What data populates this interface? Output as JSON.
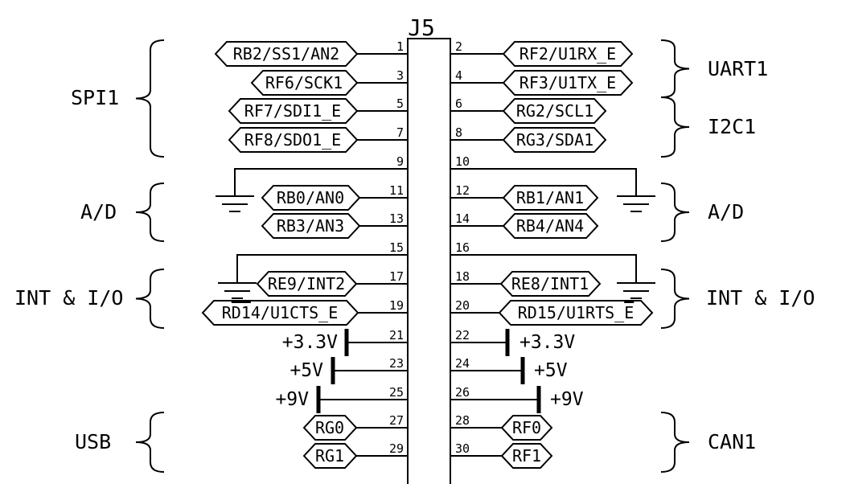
{
  "connector": {
    "designator": "J5"
  },
  "groups": {
    "left": [
      {
        "label": "SPI1"
      },
      {
        "label": "A/D"
      },
      {
        "label": "INT & I/O"
      },
      {
        "label": "USB"
      }
    ],
    "right": [
      {
        "label": "UART1"
      },
      {
        "label": "I2C1"
      },
      {
        "label": "A/D"
      },
      {
        "label": "INT & I/O"
      },
      {
        "label": "CAN1"
      }
    ]
  },
  "pins": {
    "p1": {
      "number": "1",
      "signal": "RB2/SS1/AN2"
    },
    "p2": {
      "number": "2",
      "signal": "RF2/U1RX_E"
    },
    "p3": {
      "number": "3",
      "signal": "RF6/SCK1"
    },
    "p4": {
      "number": "4",
      "signal": "RF3/U1TX_E"
    },
    "p5": {
      "number": "5",
      "signal": "RF7/SDI1_E"
    },
    "p6": {
      "number": "6",
      "signal": "RG2/SCL1"
    },
    "p7": {
      "number": "7",
      "signal": "RF8/SDO1_E"
    },
    "p8": {
      "number": "8",
      "signal": "RG3/SDA1"
    },
    "p9": {
      "number": "9"
    },
    "p10": {
      "number": "10"
    },
    "p11": {
      "number": "11",
      "signal": "RB0/AN0"
    },
    "p12": {
      "number": "12",
      "signal": "RB1/AN1"
    },
    "p13": {
      "number": "13",
      "signal": "RB3/AN3"
    },
    "p14": {
      "number": "14",
      "signal": "RB4/AN4"
    },
    "p15": {
      "number": "15"
    },
    "p16": {
      "number": "16"
    },
    "p17": {
      "number": "17",
      "signal": "RE9/INT2"
    },
    "p18": {
      "number": "18",
      "signal": "RE8/INT1"
    },
    "p19": {
      "number": "19",
      "signal_pre": "R",
      "signal_over": "D1",
      "signal_post": "4/U1CTS_E"
    },
    "p20": {
      "number": "20",
      "signal_pre": "RD15/U1RTS_",
      "signal_over": "E",
      "signal_post": ""
    },
    "p21": {
      "number": "21",
      "signal": "+3.3V"
    },
    "p22": {
      "number": "22",
      "signal": "+3.3V"
    },
    "p23": {
      "number": "23",
      "signal": "+5V"
    },
    "p24": {
      "number": "24",
      "signal": "+5V"
    },
    "p25": {
      "number": "25",
      "signal": "+9V"
    },
    "p26": {
      "number": "26",
      "signal": "+9V"
    },
    "p27": {
      "number": "27",
      "signal": "RG0"
    },
    "p28": {
      "number": "28",
      "signal": "RF0"
    },
    "p29": {
      "number": "29",
      "signal": "RG1"
    },
    "p30": {
      "number": "30",
      "signal": "RF1"
    }
  },
  "colors": {
    "line": "#000000",
    "background": "#ffffff"
  }
}
